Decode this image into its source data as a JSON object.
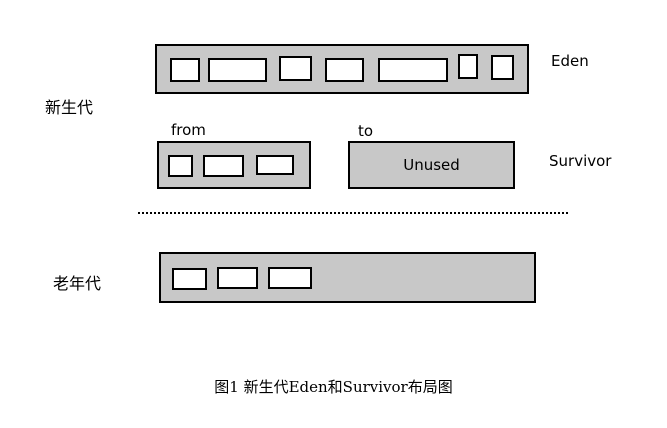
{
  "young_gen_label": "新生代",
  "old_gen_label": "老年代",
  "eden": {
    "label": "Eden",
    "cell_count": 7
  },
  "survivor": {
    "label": "Survivor",
    "from_label": "from",
    "to_label": "to",
    "to_text": "Unused",
    "from_cell_count": 3
  },
  "old_cell_count": 3,
  "caption": "图1 新生代Eden和Survivor布局图"
}
